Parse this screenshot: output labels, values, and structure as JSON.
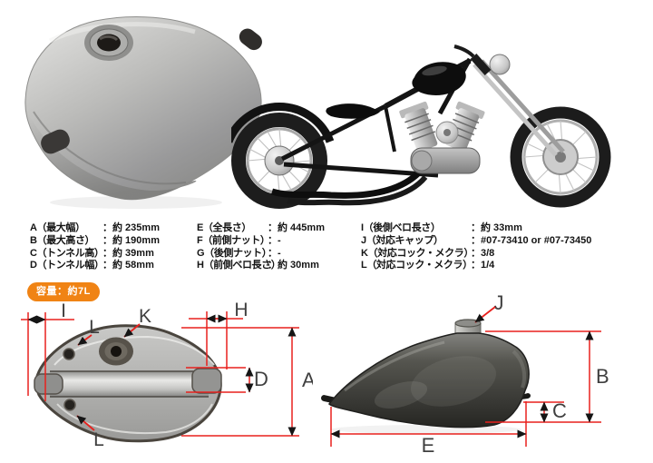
{
  "page": {
    "background": "#ffffff"
  },
  "photos": {
    "tank_photo": "bare steel peanut fuel tank, three-quarter top view",
    "bike_photo": "black bobber motorcycle with chrome V-twin engine, right side view"
  },
  "specs": {
    "colon": "：",
    "columns": [
      {
        "rows": [
          {
            "label": "A（最大幅）",
            "value": "約 235mm"
          },
          {
            "label": "B（最大高さ）",
            "value": "約 190mm"
          },
          {
            "label": "C（トンネル高）",
            "value": "約 39mm"
          },
          {
            "label": "D（トンネル幅）",
            "value": "約 58mm"
          }
        ]
      },
      {
        "rows": [
          {
            "label": "E（全長さ）",
            "value": "約 445mm"
          },
          {
            "label": "F（前側ナット）",
            "value": "-"
          },
          {
            "label": "G（後側ナット）",
            "value": "-"
          },
          {
            "label": "H（前側ベロ長さ）",
            "value": "約 30mm"
          }
        ]
      },
      {
        "rows": [
          {
            "label": "I（後側ベロ長さ）",
            "value": "約 33mm"
          },
          {
            "label": "J（対応キャップ）",
            "value": "#07-73410 or #07-73450"
          },
          {
            "label": "K（対応コック・メクラ）",
            "value": "3/8"
          },
          {
            "label": "L（対応コック・メクラ）",
            "value": "1/4"
          }
        ]
      }
    ]
  },
  "badge": {
    "text": "容量：約7L",
    "bg": "#f08314",
    "fg": "#ffffff"
  },
  "diagrams": {
    "dimension_color": "#e8211d",
    "arrow_color": "#151515",
    "label_color": "#3f3f3f",
    "bottom_view": {
      "i": "I",
      "l_top": "L",
      "k": "K",
      "h": "H",
      "d": "D",
      "a": "A",
      "l_bottom": "L"
    },
    "side_view": {
      "j": "J",
      "b": "B",
      "c": "C",
      "e": "E"
    }
  }
}
